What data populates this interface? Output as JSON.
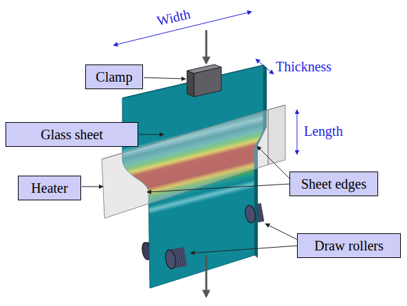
{
  "diagram": {
    "nodes": [
      {
        "text": [
          "Clamp"
        ]
      },
      {
        "text": [
          "Glass sheet"
        ]
      },
      {
        "text": [
          "Heater"
        ]
      },
      {
        "text": [
          "Sheet edges"
        ]
      },
      {
        "text": [
          "Draw rollers"
        ]
      }
    ],
    "labels": [
      "Width",
      "Thickness",
      "Length"
    ]
  }
}
